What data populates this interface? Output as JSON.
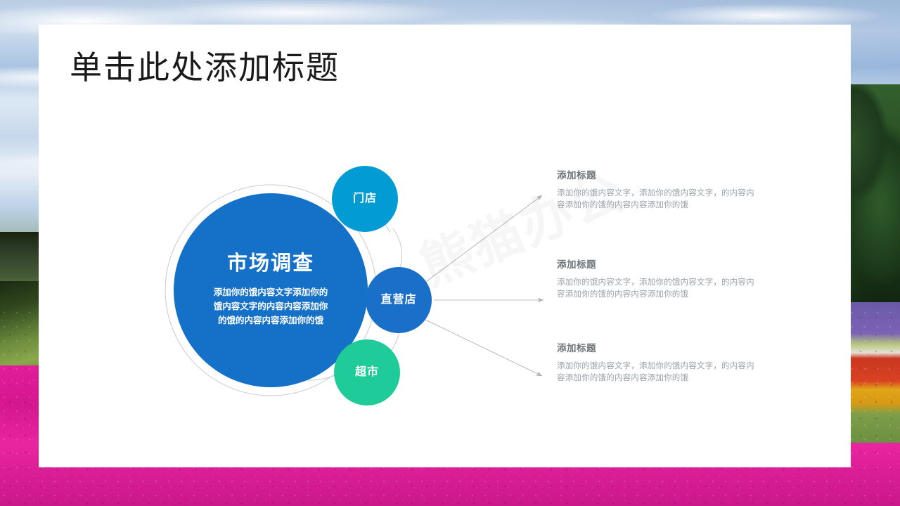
{
  "slide": {
    "title": "单击此处添加标题",
    "watermark": "熊猫办公"
  },
  "diagram": {
    "center": {
      "label": "市场调查",
      "body": "添加你的饿内容文字添加你的饿内容文字的内容内容添加你的饿的内容内容添加你的饿",
      "color": "#1570c8"
    },
    "nodes": [
      {
        "label": "门店",
        "color": "#029bd4"
      },
      {
        "label": "直营店",
        "color": "#1a6fc8"
      },
      {
        "label": "超市",
        "color": "#1fcb99"
      }
    ]
  },
  "details": [
    {
      "heading": "添加标题",
      "body": "添加你的饿内容文字，添加你的饿内容文字，的内容内容添加你的饿的内容内容添加你的饿"
    },
    {
      "heading": "添加标题",
      "body": "添加你的饿内容文字，添加你的饿内容文字，的内容内容添加你的饿的内容内容添加你的饿"
    },
    {
      "heading": "添加标题",
      "body": "添加你的饿内容文字，添加你的饿内容文字，的内容内容添加你的饿的内容内容添加你的饿"
    }
  ],
  "colors": {
    "panel": "#ffffff",
    "title_text": "#1a1a1a",
    "detail_heading": "#6e757c",
    "detail_body": "#9aa1a8",
    "connector": "#b9bdc1"
  }
}
